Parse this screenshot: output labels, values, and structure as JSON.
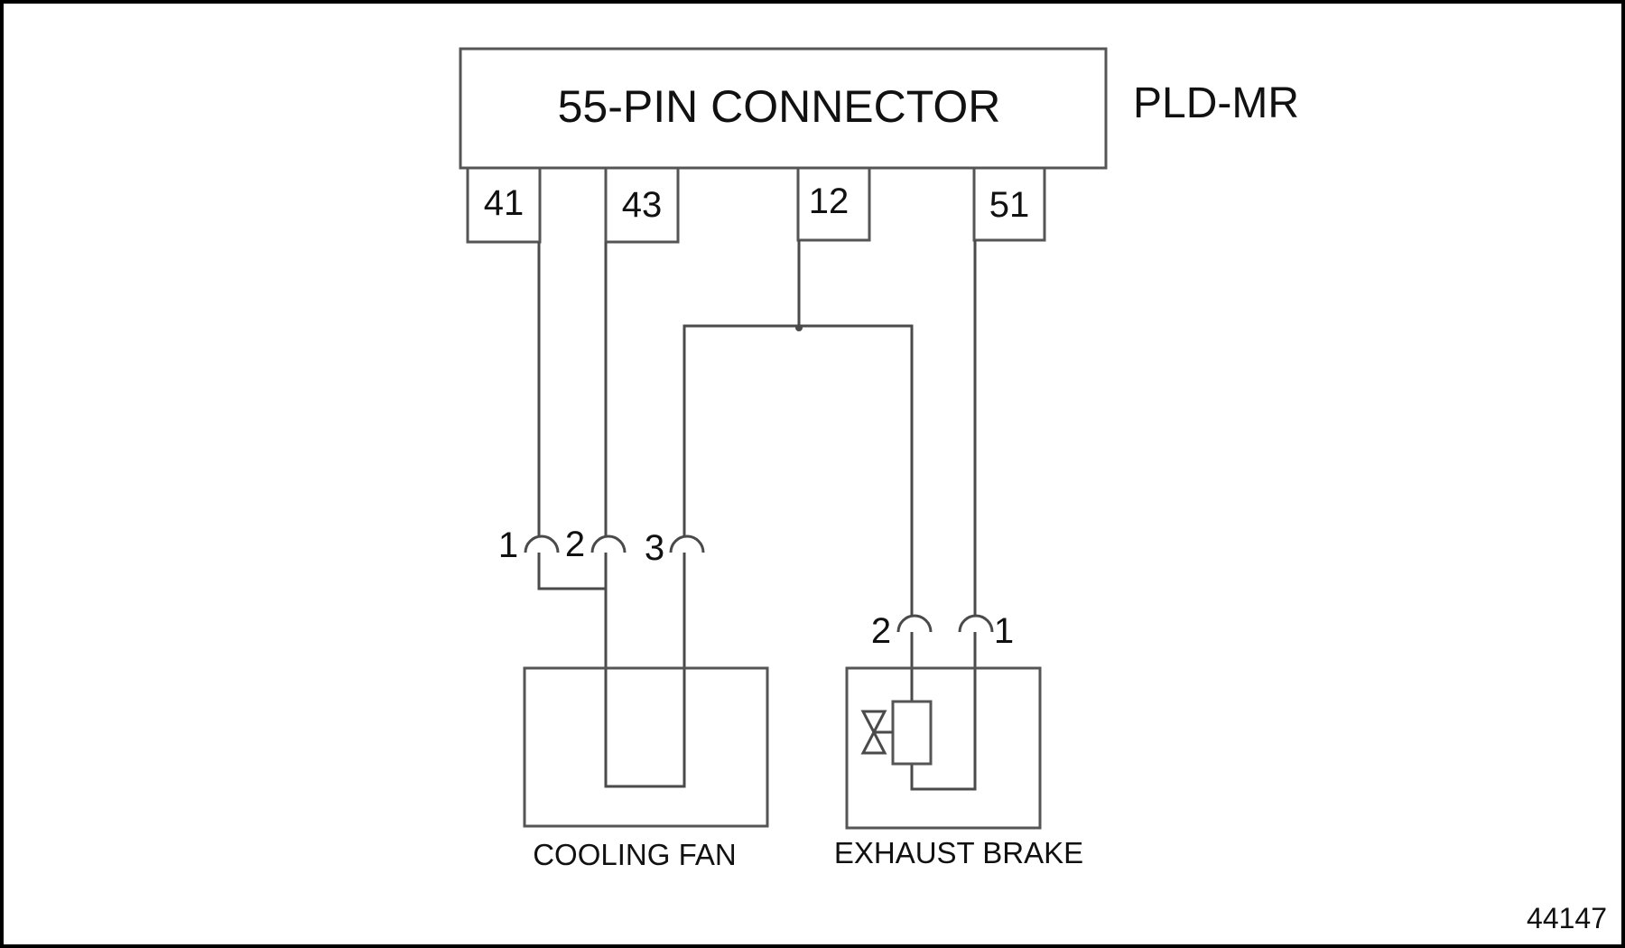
{
  "connector": {
    "label": "55-PIN CONNECTOR",
    "module": "PLD-MR",
    "pins": [
      "41",
      "43",
      "12",
      "51"
    ]
  },
  "cooling_fan": {
    "label": "COOLING FAN",
    "terminals": [
      "1",
      "2",
      "3"
    ]
  },
  "exhaust_brake": {
    "label": "EXHAUST BRAKE",
    "terminals": [
      "2",
      "1"
    ]
  },
  "figure_number": "44147"
}
